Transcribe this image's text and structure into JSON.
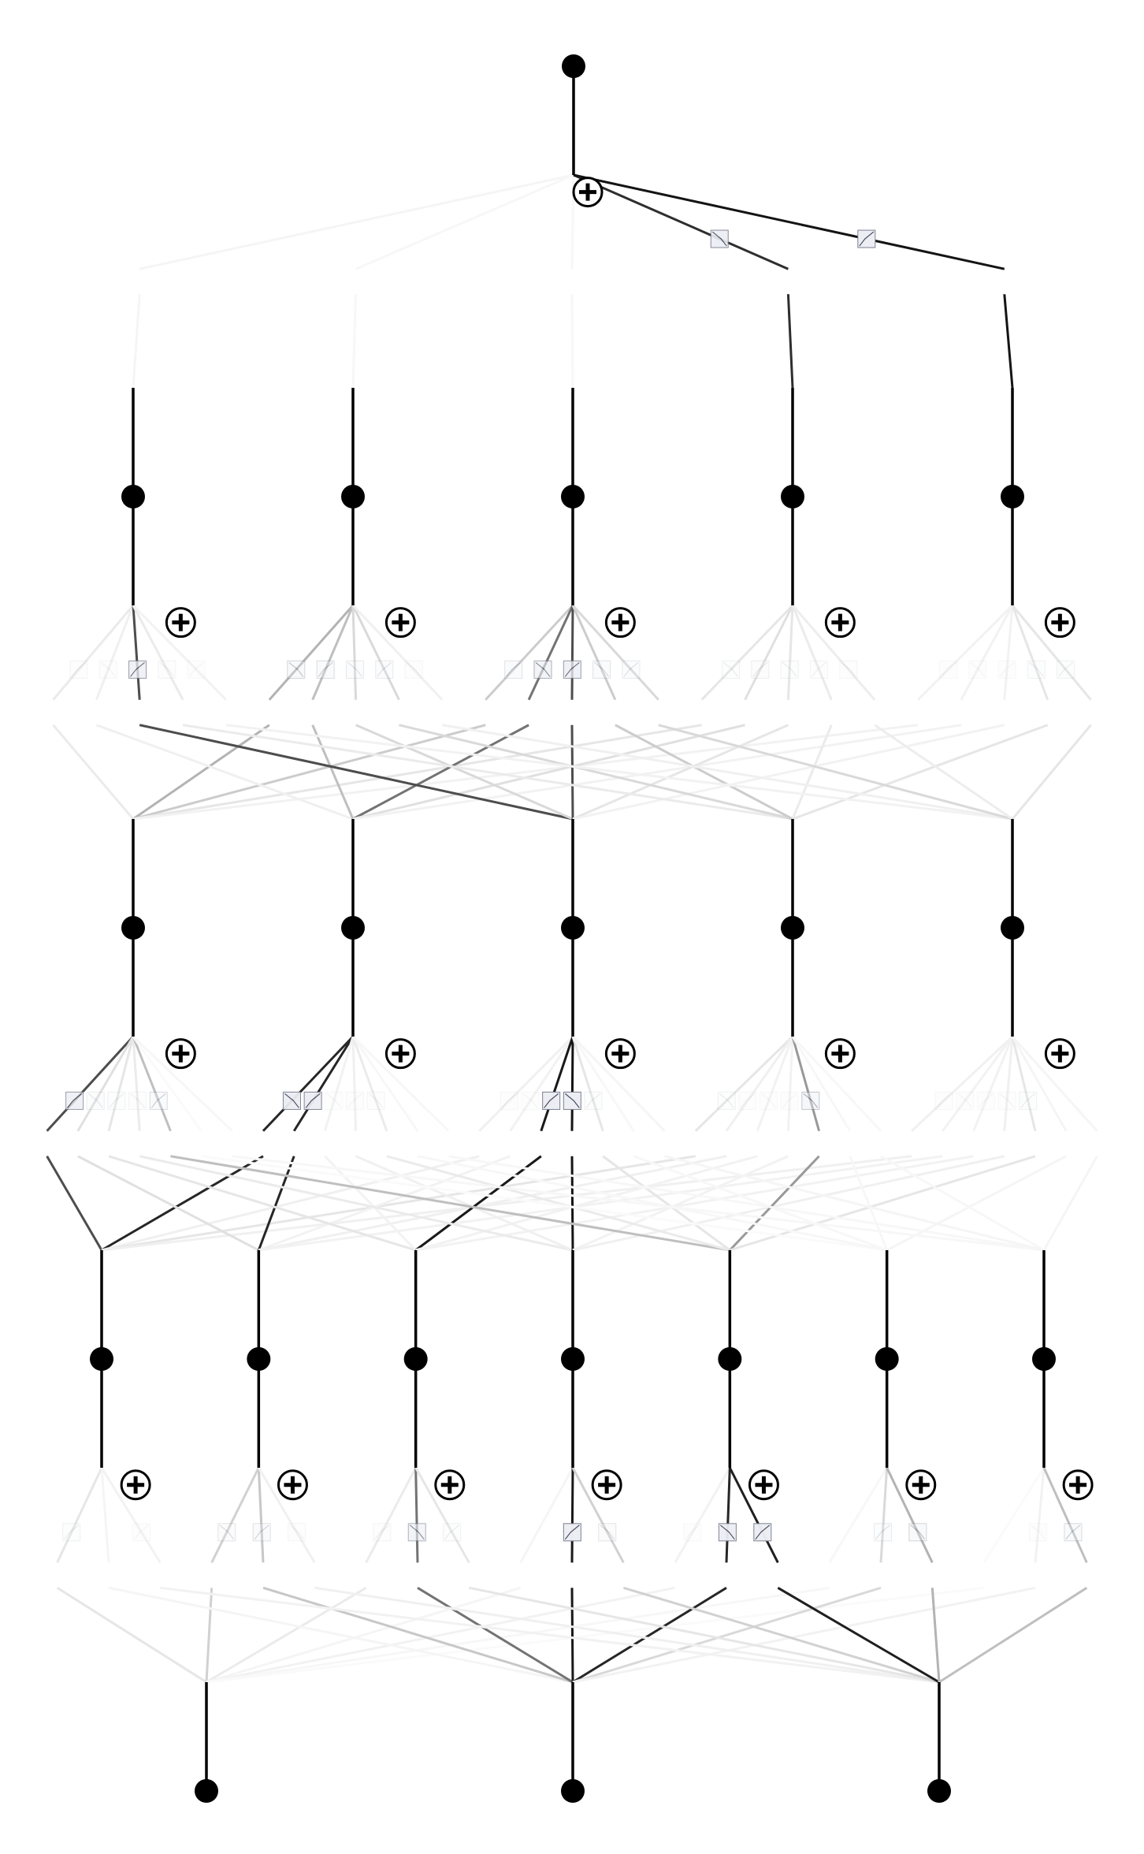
{
  "diagram": {
    "type": "kan-network",
    "layer_widths": [
      3,
      7,
      5,
      5,
      1
    ],
    "node_color": "#000000",
    "edge_color": "#000000",
    "sum_symbol": "⊕",
    "layers": [
      {
        "index": 0,
        "position": "bottom",
        "nodes": 3
      },
      {
        "index": 1,
        "nodes": 7
      },
      {
        "index": 2,
        "nodes": 5
      },
      {
        "index": 3,
        "nodes": 5
      },
      {
        "index": 4,
        "position": "top",
        "nodes": 1
      }
    ],
    "connections": [
      {
        "from_layer": 0,
        "to_layer": 1,
        "strength": [
          [
            0.1,
            0.18,
            0.08,
            0.04,
            0.05,
            0.03,
            0.02
          ],
          [
            0.04,
            0.22,
            0.55,
            0.9,
            0.85,
            0.15,
            0.05
          ],
          [
            0.05,
            0.06,
            0.1,
            0.18,
            0.88,
            0.3,
            0.25
          ]
        ]
      },
      {
        "from_layer": 1,
        "to_layer": 2,
        "strength": [
          [
            0.7,
            0.85,
            0.06,
            0.1,
            0.06
          ],
          [
            0.12,
            0.85,
            0.05,
            0.06,
            0.05
          ],
          [
            0.1,
            0.05,
            0.9,
            0.05,
            0.05
          ],
          [
            0.08,
            0.06,
            0.92,
            0.05,
            0.06
          ],
          [
            0.25,
            0.08,
            0.1,
            0.4,
            0.1
          ],
          [
            0.02,
            0.03,
            0.03,
            0.03,
            0.04
          ],
          [
            0.03,
            0.03,
            0.04,
            0.03,
            0.04
          ]
        ]
      },
      {
        "from_layer": 2,
        "to_layer": 3,
        "strength": [
          [
            0.08,
            0.3,
            0.2,
            0.1,
            0.05
          ],
          [
            0.06,
            0.25,
            0.55,
            0.12,
            0.05
          ],
          [
            0.7,
            0.15,
            0.7,
            0.1,
            0.05
          ],
          [
            0.08,
            0.15,
            0.2,
            0.08,
            0.1
          ],
          [
            0.05,
            0.06,
            0.15,
            0.07,
            0.1
          ]
        ]
      },
      {
        "from_layer": 3,
        "to_layer": 4,
        "strength": [
          [
            0.04
          ],
          [
            0.03
          ],
          [
            0.03
          ],
          [
            0.82
          ],
          [
            0.92
          ]
        ]
      }
    ]
  }
}
